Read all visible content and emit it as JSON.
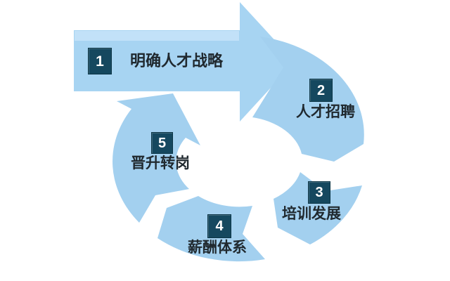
{
  "steps": [
    {
      "number": "1",
      "label": "明确人才战略"
    },
    {
      "number": "2",
      "label": "人才招聘"
    },
    {
      "number": "3",
      "label": "培训发展"
    },
    {
      "number": "4",
      "label": "薪酬体系"
    },
    {
      "number": "5",
      "label": "晋升转岗"
    }
  ],
  "colors": {
    "background": "#ffffff",
    "banner_blue": "#a7d4f2",
    "banner_highlight": "#c2e1f8",
    "ring_blue": "#a3d0ef",
    "badge_navy": "#15485f",
    "badge_border": "#0c3546",
    "number_white": "#ffffff",
    "label_dark": "#20292f"
  }
}
